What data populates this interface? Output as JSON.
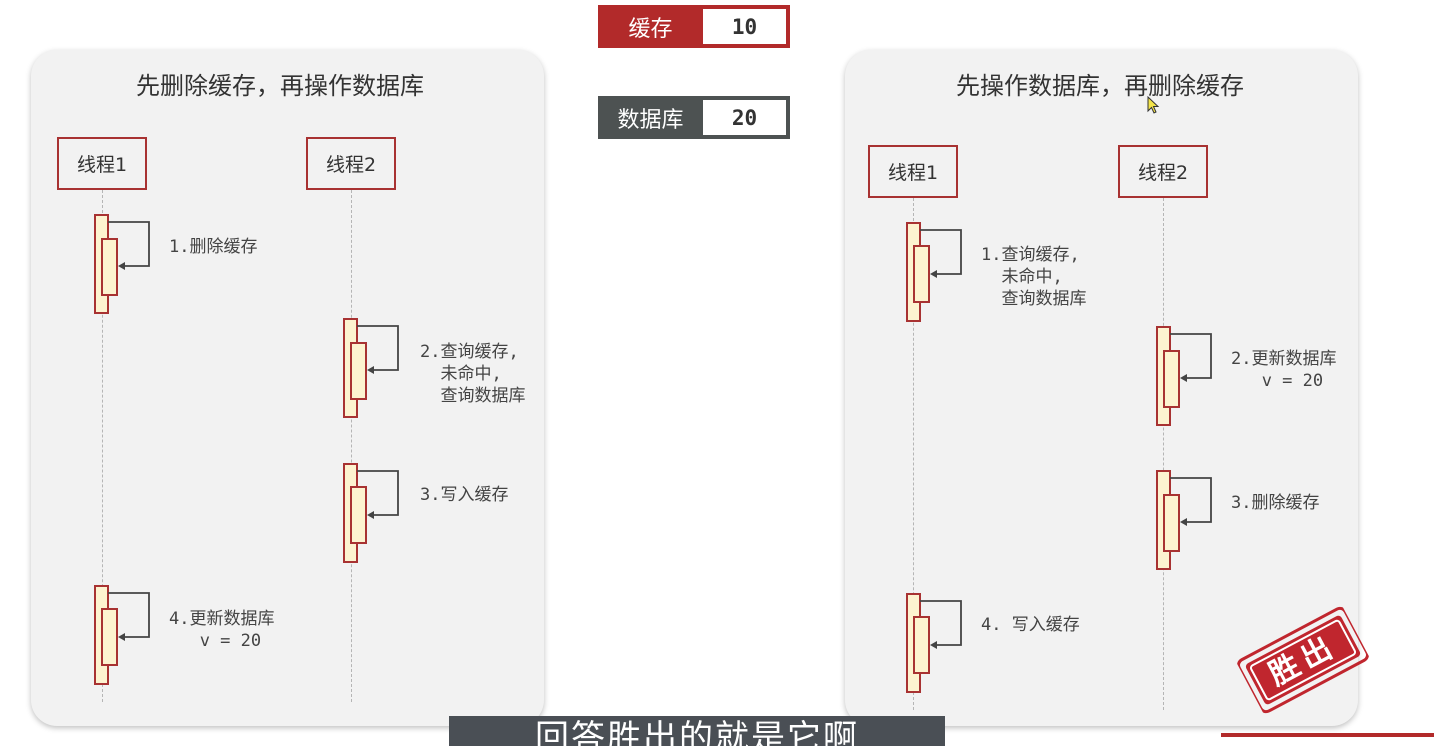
{
  "status": {
    "cache": {
      "label": "缓存",
      "value": "10"
    },
    "database": {
      "label": "数据库",
      "value": "20"
    }
  },
  "left_panel": {
    "title": "先删除缓存，再操作数据库",
    "thread1": "线程1",
    "thread2": "线程2",
    "steps": [
      "1.删除缓存",
      "2.查询缓存,\n  未命中,\n  查询数据库",
      "3.写入缓存",
      "4.更新数据库\n   v = 20"
    ]
  },
  "right_panel": {
    "title": "先操作数据库，再删除缓存",
    "thread1": "线程1",
    "thread2": "线程2",
    "steps": [
      "1.查询缓存,\n  未命中,\n  查询数据库",
      "2.更新数据库\n   v = 20",
      "3.删除缓存",
      "4. 写入缓存"
    ],
    "stamp": "胜出"
  },
  "subtitle": "回答胜出的就是它啊"
}
